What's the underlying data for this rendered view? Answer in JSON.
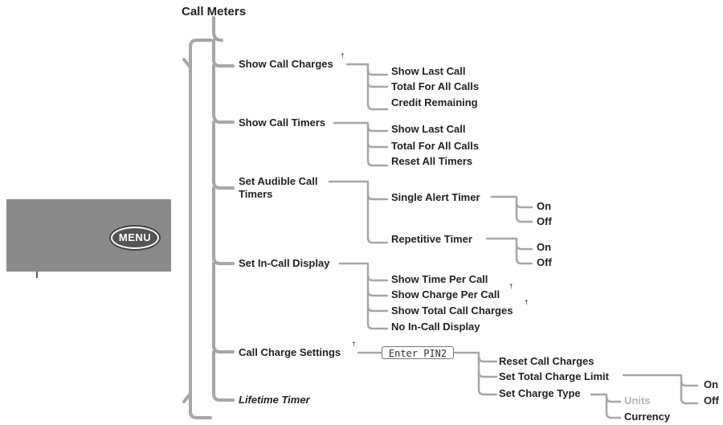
{
  "title": "Call Meters",
  "panel": {
    "menu_key": "MENU"
  },
  "pin_box": "Enter PIN2",
  "superscript": "†",
  "level1": {
    "show_call_charges": "Show Call Charges",
    "show_call_timers": "Show Call Timers",
    "set_audible_1": "Set Audible Call",
    "set_audible_2": "Timers",
    "set_in_call_display": "Set In-Call Display",
    "call_charge_settings": "Call Charge Settings",
    "lifetime_timer": "Lifetime Timer"
  },
  "charges": [
    "Show Last Call",
    "Total For All Calls",
    "Credit Remaining"
  ],
  "timers": [
    "Show Last Call",
    "Total For All Calls",
    "Reset All Timers"
  ],
  "audible": {
    "single": "Single Alert Timer",
    "repetitive": "Repetitive Timer"
  },
  "on_off": {
    "on": "On",
    "off": "Off"
  },
  "in_call": [
    "Show Time Per Call",
    "Show Charge Per Call",
    "Show Total Call Charges",
    "No In-Call Display"
  ],
  "charge_settings": [
    "Reset Call Charges",
    "Set Total Charge Limit",
    "Set Charge Type"
  ],
  "charge_type": {
    "units": "Units",
    "currency": "Currency"
  },
  "colors": {
    "line": "#a6a6a6",
    "panel": "#8a8a8a",
    "text": "#222222"
  }
}
